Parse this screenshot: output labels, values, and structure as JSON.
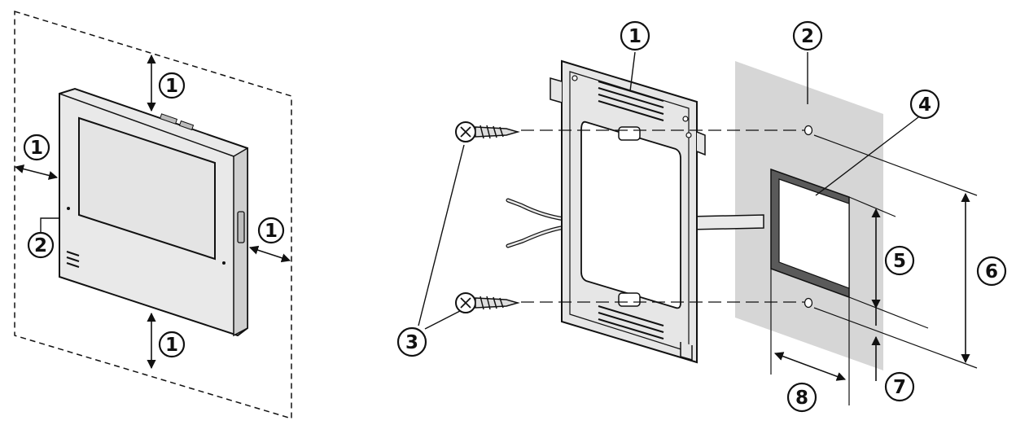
{
  "left_figure": {
    "callouts": [
      {
        "key": "top",
        "label": "1"
      },
      {
        "key": "left",
        "label": "1"
      },
      {
        "key": "right",
        "label": "1"
      },
      {
        "key": "bottom",
        "label": "1"
      },
      {
        "key": "device",
        "label": "2"
      }
    ]
  },
  "right_figure": {
    "callouts": [
      {
        "key": "bracket",
        "label": "1"
      },
      {
        "key": "wall",
        "label": "2"
      },
      {
        "key": "screws",
        "label": "3"
      },
      {
        "key": "opening",
        "label": "4"
      },
      {
        "key": "opening-height",
        "label": "5"
      },
      {
        "key": "hole-spacing",
        "label": "6"
      },
      {
        "key": "hole-offset",
        "label": "7"
      },
      {
        "key": "opening-width",
        "label": "8"
      }
    ]
  },
  "colors": {
    "line": "#111111",
    "wall": "#d6d6d6",
    "device": "#e9e9e9",
    "screen": "#e4e4e4"
  }
}
